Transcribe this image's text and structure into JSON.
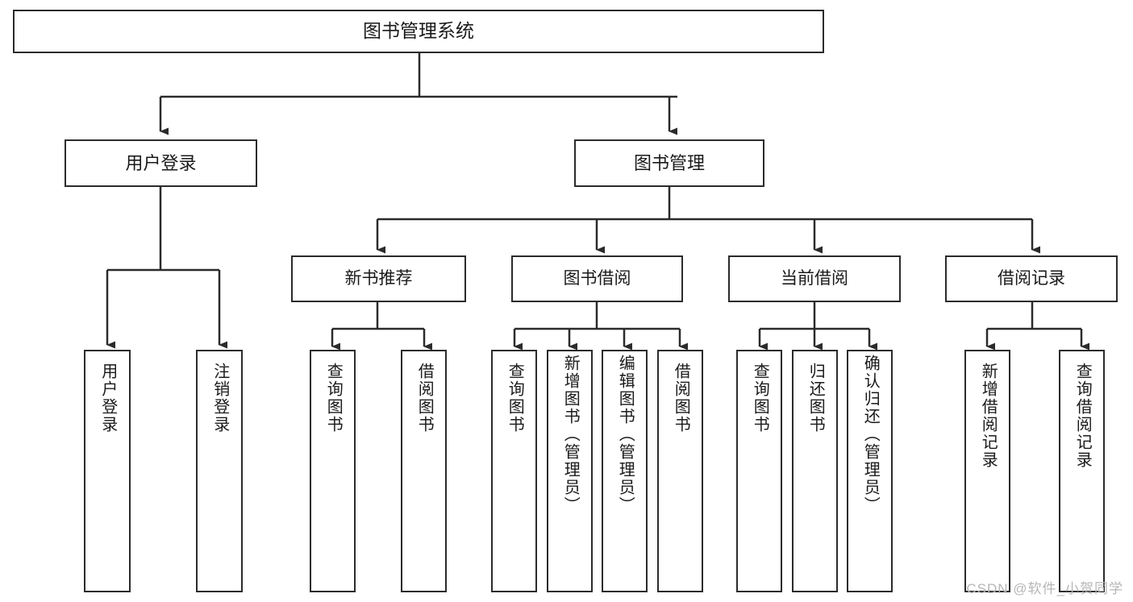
{
  "diagram": {
    "title": "图书管理系统",
    "type": "function-structure-tree",
    "orientation": "top-down",
    "box_fill": "#ffffff",
    "box_stroke": "#2b2b2b",
    "connector_color": "#2b2b2b",
    "text_color": "#1a1a1a"
  },
  "root": {
    "label": "图书管理系统"
  },
  "level2": [
    {
      "label": "用户登录"
    },
    {
      "label": "图书管理"
    }
  ],
  "level3": [
    {
      "label": "新书推荐"
    },
    {
      "label": "图书借阅"
    },
    {
      "label": "当前借阅"
    },
    {
      "label": "借阅记录"
    }
  ],
  "leaves": {
    "user_login": [
      {
        "label": "用户登录"
      },
      {
        "label": "注销登录"
      }
    ],
    "new_book_recommend": [
      {
        "label": "查询图书"
      },
      {
        "label": "借阅图书"
      }
    ],
    "book_borrow": [
      {
        "label": "查询图书"
      },
      {
        "label": "新增图书（管理员）"
      },
      {
        "label": "编辑图书（管理员）"
      },
      {
        "label": "借阅图书"
      }
    ],
    "current_borrow": [
      {
        "label": "查询图书"
      },
      {
        "label": "归还图书"
      },
      {
        "label": "确认归还（管理员）"
      }
    ],
    "borrow_record": [
      {
        "label": "新增借阅记录"
      },
      {
        "label": "查询借阅记录"
      }
    ]
  },
  "watermark": {
    "text": "CSDN @软件_小贺同学"
  }
}
